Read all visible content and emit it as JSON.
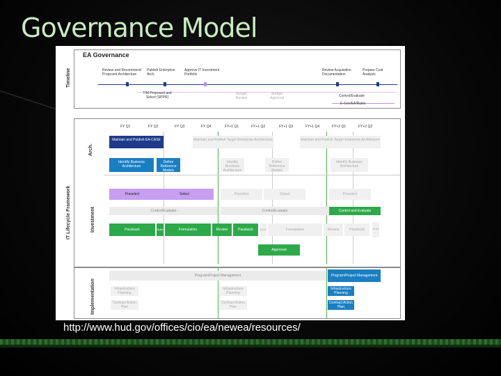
{
  "slide": {
    "title": "Governance Model",
    "url": "http://www.hud.gov/offices/cio/ea/newea/resources/"
  },
  "diagram": {
    "heading": "EA Governance",
    "side_labels": {
      "timeline": "Timeline",
      "itlf": "IT Lifecycle Framework",
      "arch": "Arch.",
      "investment": "Investment",
      "implementation": "Implementation"
    },
    "timeline_items": {
      "review": "Review and Recommend Proposed Architecture",
      "publish": "Publish Enterprise Arch.",
      "approve": "Approve IT Investment Portfolio",
      "review_acq": "Review Acquisition Documentation",
      "prepare": "Prepare Cost Analysis",
      "tm": "T/M Proposed and Select (SPPR)",
      "budget_review": "Budget Review",
      "budget_approval": "Budget Approval",
      "control": "Control/Evaluate",
      "eis": "E-Gov/EA/Rules"
    },
    "quarters": [
      "FY Q1",
      "FY Q2",
      "FY Q3",
      "FY Q4",
      "FY+1 Q1",
      "FY+1 Q2",
      "FY+1 Q3",
      "FY+1 Q4",
      "FY+2 Q1",
      "FY+2 Q2"
    ],
    "arch": {
      "maintain": "Maintain and Publish EA-CASE",
      "maintain_ghost1": "Maintain and Publish Target Enterprise Architecture",
      "maintain_ghost2": "Maintain and Publish Target Enterprise Architecture",
      "identify": "Identify Business Architecture",
      "define": "Define Reference Models",
      "g1": "Identify Business Architecture",
      "g2": "Define Reference Models",
      "g3": "Identify Business Architecture"
    },
    "investment": {
      "preselect": "Preselect",
      "select": "Select",
      "preselect2": "Preselect",
      "select2": "Select",
      "preselect3": "Preselect",
      "control1": "Control/Evaluate",
      "control2": "Control/Evaluate",
      "control3": "Control and Evaluate",
      "passback": "Passback",
      "build": "Build",
      "formulation": "Formulation",
      "review": "Review",
      "passback2": "Passback",
      "build2": "Build",
      "formulation2": "Formulation",
      "review2": "Review",
      "passback3": "Passback",
      "build3": "Build",
      "approved": "Approved"
    },
    "implementation": {
      "ppm_ghost": "Program/Project Management",
      "ppm": "Program/Project Management",
      "infra_ghost1": "Infrastructure Planning",
      "infra_ghost2": "Infrastructure Planning",
      "infra": "Infrastructure Planning",
      "contract_ghost1": "Contract Action Plan",
      "contract_ghost2": "Contract Action Plan",
      "contract": "Contract Action Plan"
    }
  }
}
